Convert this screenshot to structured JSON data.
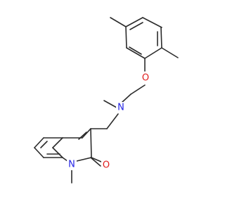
{
  "colors": {
    "bond": "#2b2b2b",
    "nitrogen": "#2323e6",
    "oxygen": "#e01e1e",
    "background": "#ffffff"
  },
  "atoms": {
    "O_ether": "O",
    "N_amine": "N",
    "N_ring": "N",
    "O_carbonyl": "O"
  }
}
